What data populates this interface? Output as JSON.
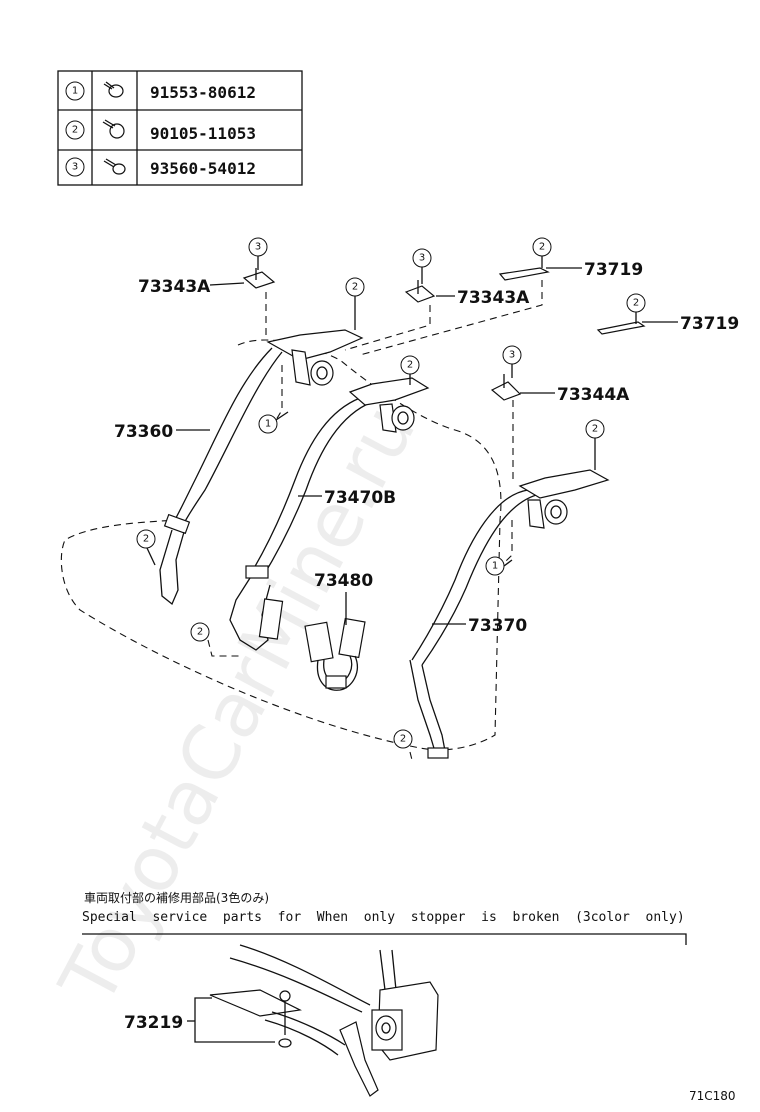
{
  "watermark": "ToyotaCarMine.ru",
  "fastener_table": [
    {
      "num": "1",
      "icon": "bolt-icon",
      "part": "91553-80612"
    },
    {
      "num": "2",
      "icon": "bolt-icon",
      "part": "90105-11053"
    },
    {
      "num": "3",
      "icon": "screw-icon",
      "part": "93560-54012"
    }
  ],
  "labels": {
    "p73343A_left": "73343A",
    "p73343A_right": "73343A",
    "p73719_top": "73719",
    "p73719_bottom": "73719",
    "p73344A": "73344A",
    "p73360": "73360",
    "p73470B": "73470B",
    "p73480": "73480",
    "p73370": "73370",
    "p73219": "73219"
  },
  "callouts": {
    "c3a": "3",
    "c3b": "3",
    "c3c": "3",
    "c2a": "2",
    "c2b": "2",
    "c2c": "2",
    "c2d": "2",
    "c2e": "2",
    "c2f": "2",
    "c2g": "2",
    "c2h": "2",
    "c1a": "1",
    "c1b": "1"
  },
  "note": {
    "japanese": "車両取付部の補修用部品(3色のみ)",
    "english": "Special  service  parts  for  When  only  stopper  is  broken  (3color  only)"
  },
  "figure_code": "71C180"
}
